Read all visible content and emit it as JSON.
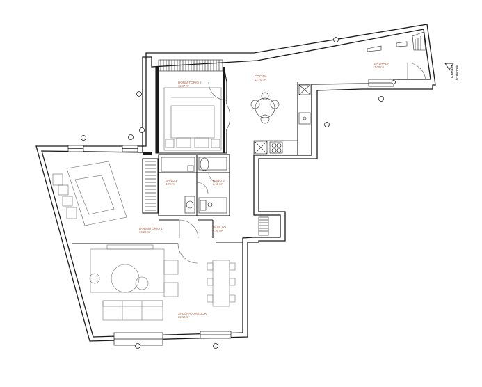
{
  "rooms": [
    {
      "id": "dormitorio2",
      "label": "DORMITORIO 2",
      "area": "11,37 m²"
    },
    {
      "id": "cocina",
      "label": "COCINA",
      "area": "12,70 m²"
    },
    {
      "id": "entrada",
      "label": "ENTRADA",
      "area": "7,00 m²"
    },
    {
      "id": "bano1",
      "label": "BAÑO 1",
      "area": "3,75 m²"
    },
    {
      "id": "bano2",
      "label": "BAÑO 2",
      "area": "2,90 m²"
    },
    {
      "id": "dormitorio1",
      "label": "DORMITORIO 1",
      "area": "16,26 m²"
    },
    {
      "id": "pasillo",
      "label": "PASILLO",
      "area": "4,99 m²"
    },
    {
      "id": "salon",
      "label": "SALÓN-COMEDOR",
      "area": "22,16 m²"
    }
  ],
  "entrance": {
    "line1": "Entrada",
    "line2": "Principal"
  },
  "markers": [
    "0",
    "0",
    "0",
    "0",
    "0",
    "0",
    "0",
    "0",
    "0",
    "0"
  ],
  "colors": {
    "wall": "#1a1a1a",
    "label": "#b5664a",
    "line": "#333333",
    "light": "#777777"
  }
}
